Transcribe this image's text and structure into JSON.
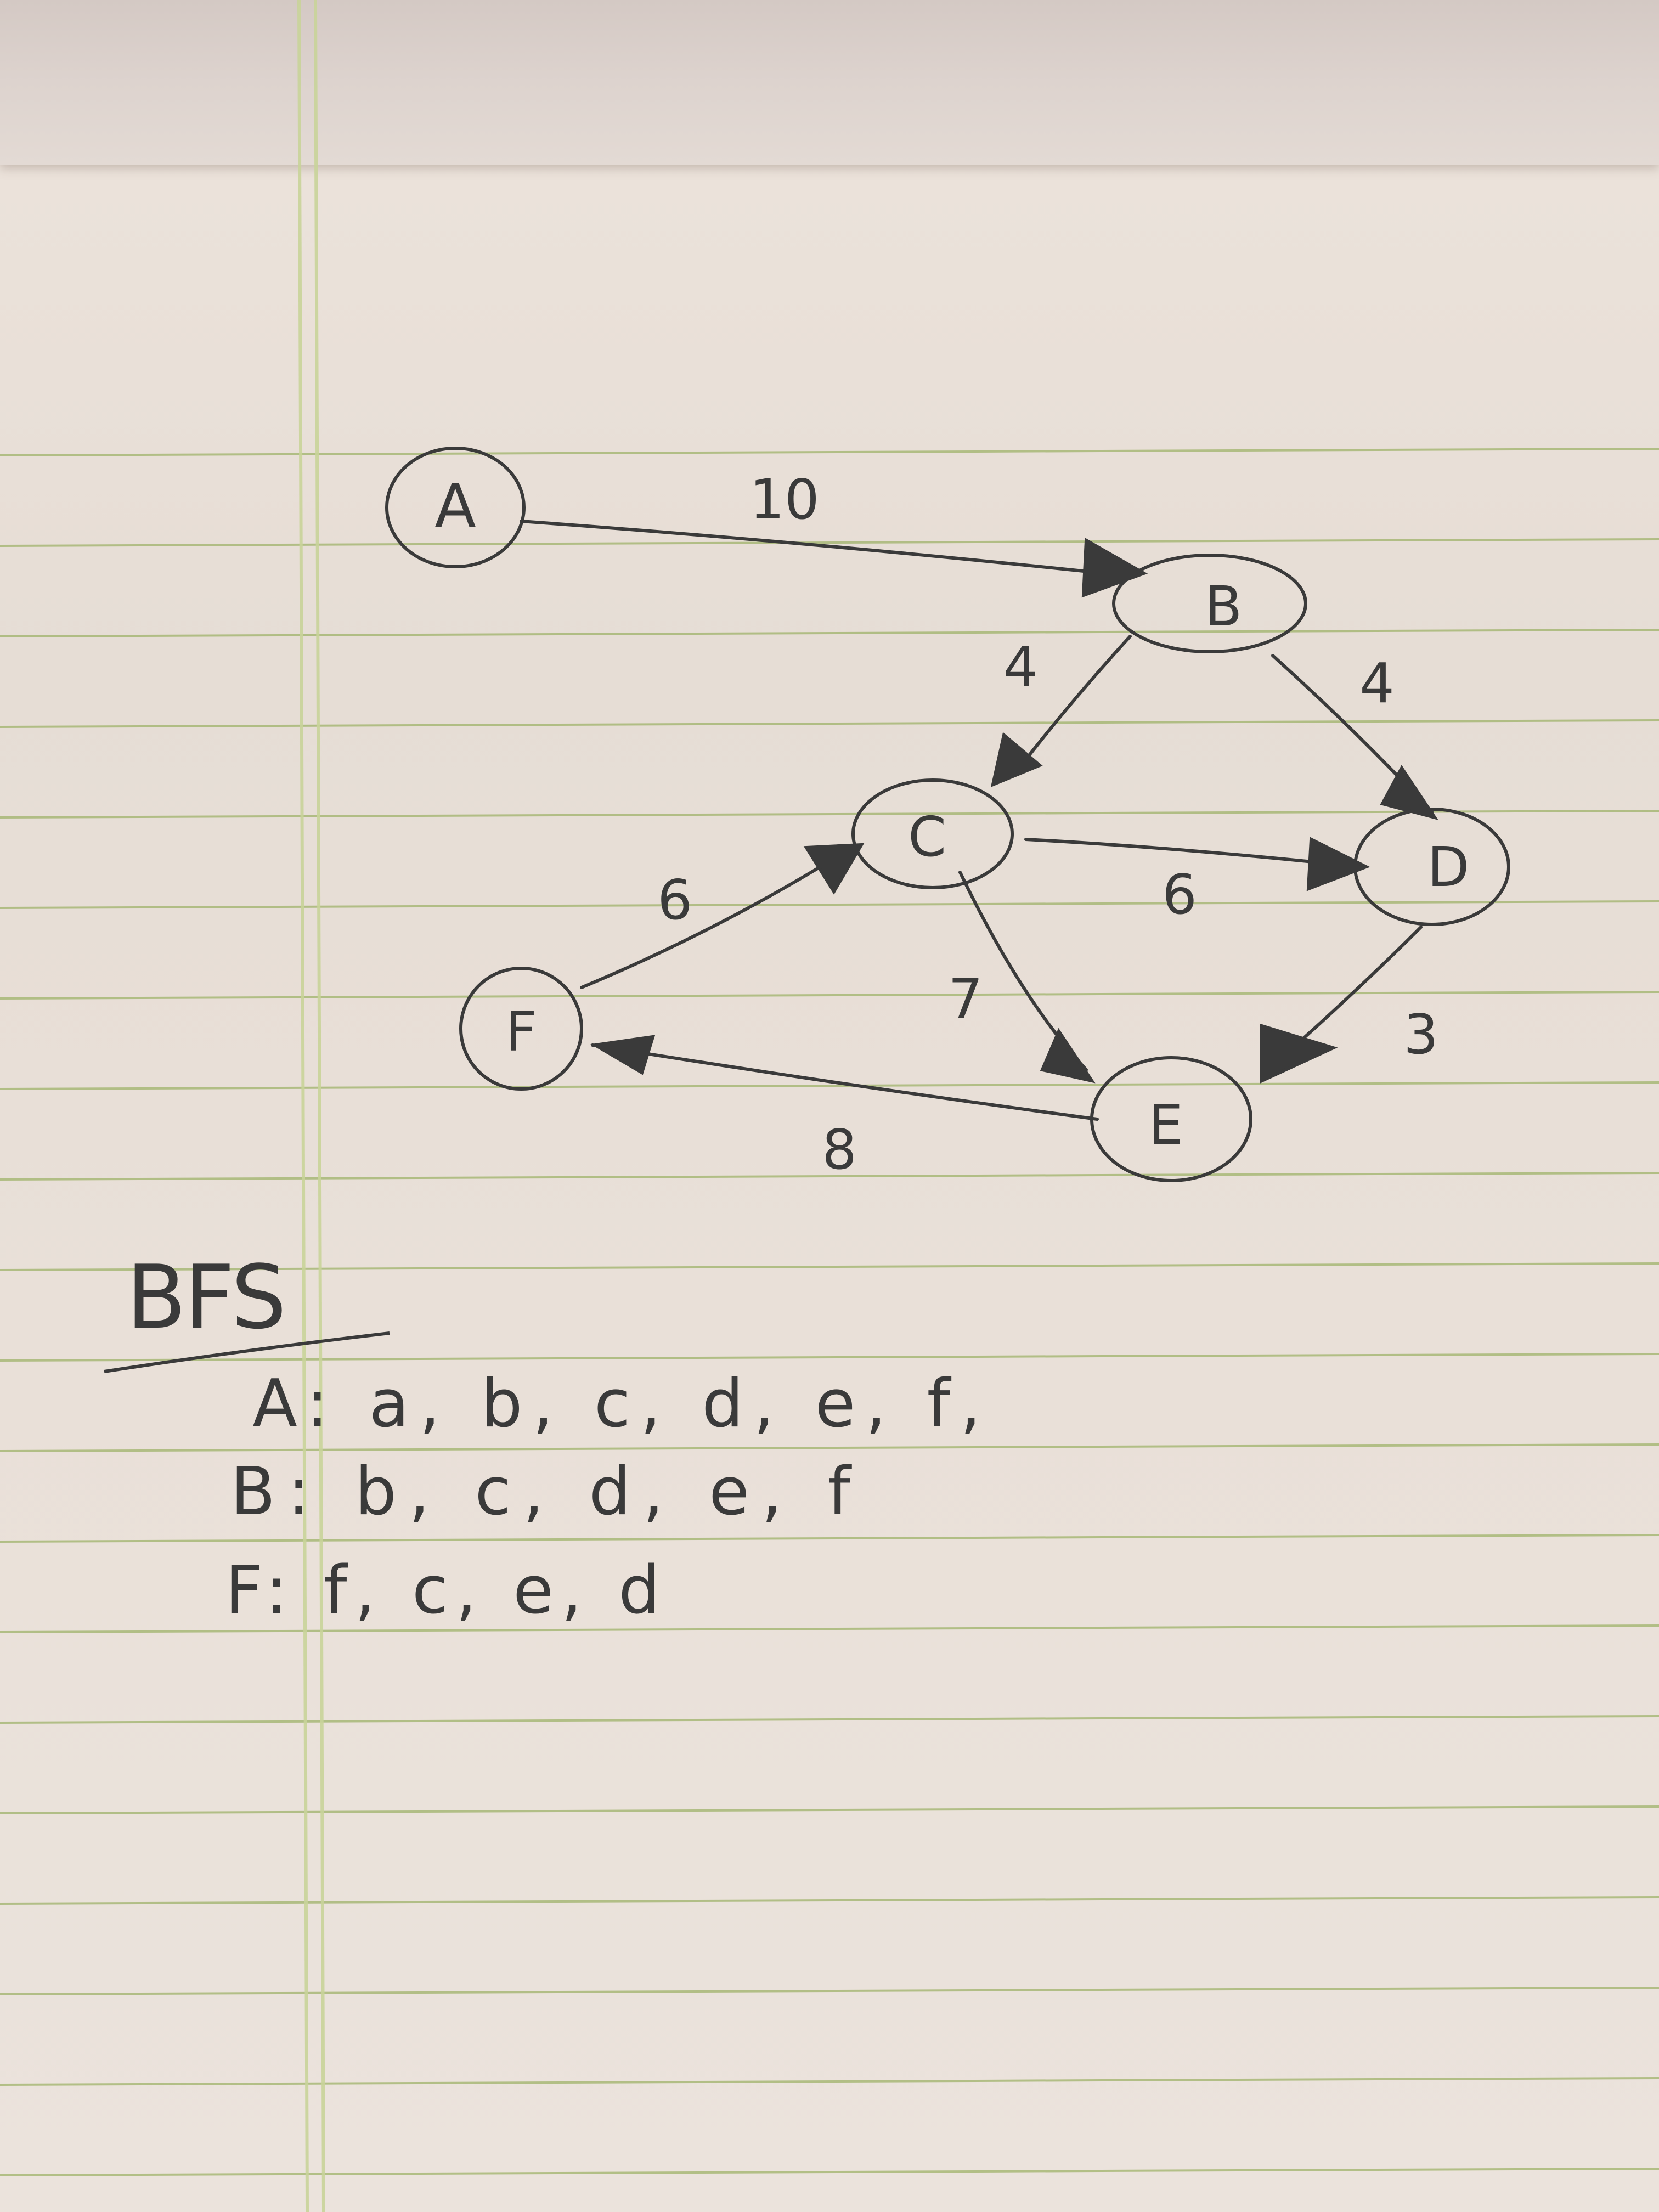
{
  "diagram": {
    "nodes": [
      {
        "id": "A",
        "label": "A"
      },
      {
        "id": "B",
        "label": "B"
      },
      {
        "id": "C",
        "label": "C"
      },
      {
        "id": "D",
        "label": "D"
      },
      {
        "id": "E",
        "label": "E"
      },
      {
        "id": "F",
        "label": "F"
      }
    ],
    "edges": [
      {
        "from": "A",
        "to": "B",
        "weight": "10"
      },
      {
        "from": "B",
        "to": "C",
        "weight": "4"
      },
      {
        "from": "B",
        "to": "D",
        "weight": "4"
      },
      {
        "from": "C",
        "to": "D",
        "weight": "6"
      },
      {
        "from": "C",
        "to": "E",
        "weight": "7"
      },
      {
        "from": "D",
        "to": "E",
        "weight": "3"
      },
      {
        "from": "E",
        "to": "F",
        "weight": "8"
      },
      {
        "from": "F",
        "to": "C",
        "weight": "6"
      }
    ]
  },
  "notes": {
    "heading": "BFS",
    "lines": [
      "A: a, b, c, d, e, f,",
      "B: b, c, d, e, f",
      "F: f, c, e, d"
    ]
  },
  "colors": {
    "ink": "#3a3a3a",
    "rule_line": "#9fb36a",
    "margin_line": "#c9d49a"
  }
}
